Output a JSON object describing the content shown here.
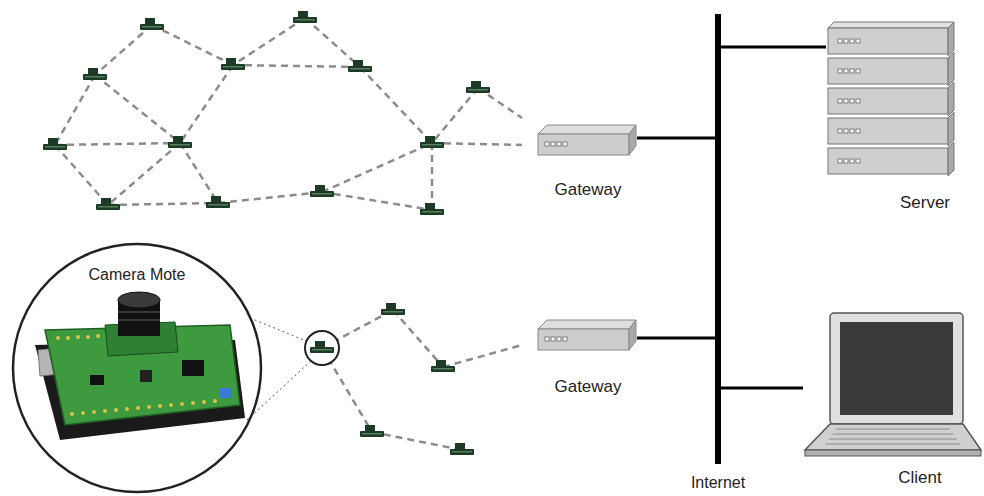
{
  "diagram": {
    "nodes": [
      {
        "text": [
          "Gateway"
        ]
      },
      {
        "text": [
          "Server"
        ]
      },
      {
        "text": [
          "Camera Mote"
        ]
      },
      {
        "text": [
          "Gateway"
        ]
      },
      {
        "text": [
          "Internet"
        ]
      },
      {
        "text": [
          "Client"
        ]
      }
    ],
    "edges": [
      {
        "from": 0,
        "to": 4,
        "arrow": "none"
      },
      {
        "from": 3,
        "to": 4,
        "arrow": "none"
      },
      {
        "from": 4,
        "to": 1,
        "arrow": "none"
      },
      {
        "from": 4,
        "to": 5,
        "arrow": "none"
      }
    ]
  }
}
